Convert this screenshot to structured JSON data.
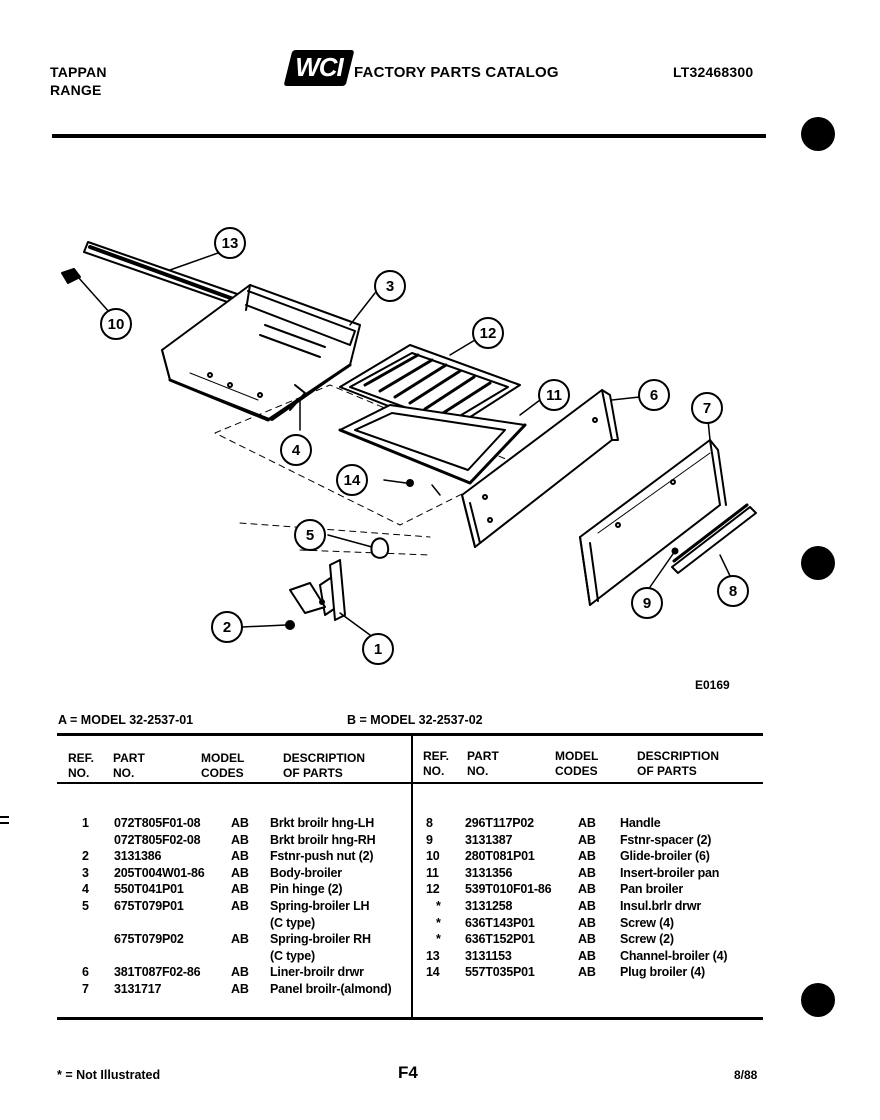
{
  "header": {
    "brand_line1": "TAPPAN",
    "brand_line2": "RANGE",
    "logo_text": "WCI",
    "catalog_title": "FACTORY PARTS CATALOG",
    "catalog_number": "LT32468300"
  },
  "diagram": {
    "drawing_id": "E0169",
    "callouts": [
      "1",
      "2",
      "3",
      "4",
      "5",
      "6",
      "7",
      "8",
      "9",
      "10",
      "11",
      "12",
      "13",
      "14"
    ]
  },
  "models": {
    "a": "A = MODEL 32-2537-01",
    "b": "B = MODEL 32-2537-02"
  },
  "table": {
    "headers": {
      "ref_line1": "REF.",
      "ref_line2": "NO.",
      "part_line1": "PART",
      "part_line2": "NO.",
      "model_line1": "MODEL",
      "model_line2": "CODES",
      "desc_line1": "DESCRIPTION",
      "desc_line2": "OF PARTS"
    },
    "left_rows": [
      {
        "ref": "1",
        "part": "072T805F01-08",
        "code": "AB",
        "desc": "Brkt broilr hng-LH"
      },
      {
        "ref": "",
        "part": "072T805F02-08",
        "code": "AB",
        "desc": "Brkt broilr hng-RH"
      },
      {
        "ref": "2",
        "part": "3131386",
        "code": "AB",
        "desc": "Fstnr-push nut (2)"
      },
      {
        "ref": "3",
        "part": "205T004W01-86",
        "code": "AB",
        "desc": "Body-broiler"
      },
      {
        "ref": "4",
        "part": "550T041P01",
        "code": "AB",
        "desc": "Pin hinge (2)"
      },
      {
        "ref": "5",
        "part": "675T079P01",
        "code": "AB",
        "desc": "Spring-broiler LH"
      },
      {
        "ref": "",
        "part": "",
        "code": "",
        "desc": "(C type)"
      },
      {
        "ref": "",
        "part": "675T079P02",
        "code": "AB",
        "desc": "Spring-broiler RH"
      },
      {
        "ref": "",
        "part": "",
        "code": "",
        "desc": "(C type)"
      },
      {
        "ref": "6",
        "part": "381T087F02-86",
        "code": "AB",
        "desc": "Liner-broilr drwr"
      },
      {
        "ref": "7",
        "part": "3131717",
        "code": "AB",
        "desc": "Panel broilr-(almond)"
      }
    ],
    "right_rows": [
      {
        "ref": "8",
        "part": "296T117P02",
        "code": "AB",
        "desc": "Handle"
      },
      {
        "ref": "9",
        "part": "3131387",
        "code": "AB",
        "desc": "Fstnr-spacer (2)"
      },
      {
        "ref": "10",
        "part": "280T081P01",
        "code": "AB",
        "desc": "Glide-broiler (6)"
      },
      {
        "ref": "11",
        "part": "3131356",
        "code": "AB",
        "desc": "Insert-broiler pan"
      },
      {
        "ref": "12",
        "part": "539T010F01-86",
        "code": "AB",
        "desc": "Pan broiler"
      },
      {
        "ref": "*",
        "part": "3131258",
        "code": "AB",
        "desc": "Insul.brlr drwr"
      },
      {
        "ref": "*",
        "part": "636T143P01",
        "code": "AB",
        "desc": "Screw (4)"
      },
      {
        "ref": "*",
        "part": "636T152P01",
        "code": "AB",
        "desc": "Screw (2)"
      },
      {
        "ref": "13",
        "part": "3131153",
        "code": "AB",
        "desc": "Channel-broiler (4)"
      },
      {
        "ref": "14",
        "part": "557T035P01",
        "code": "AB",
        "desc": "Plug broiler (4)"
      }
    ]
  },
  "footer": {
    "note": "* = Not Illustrated",
    "page": "F4",
    "date": "8/88"
  }
}
